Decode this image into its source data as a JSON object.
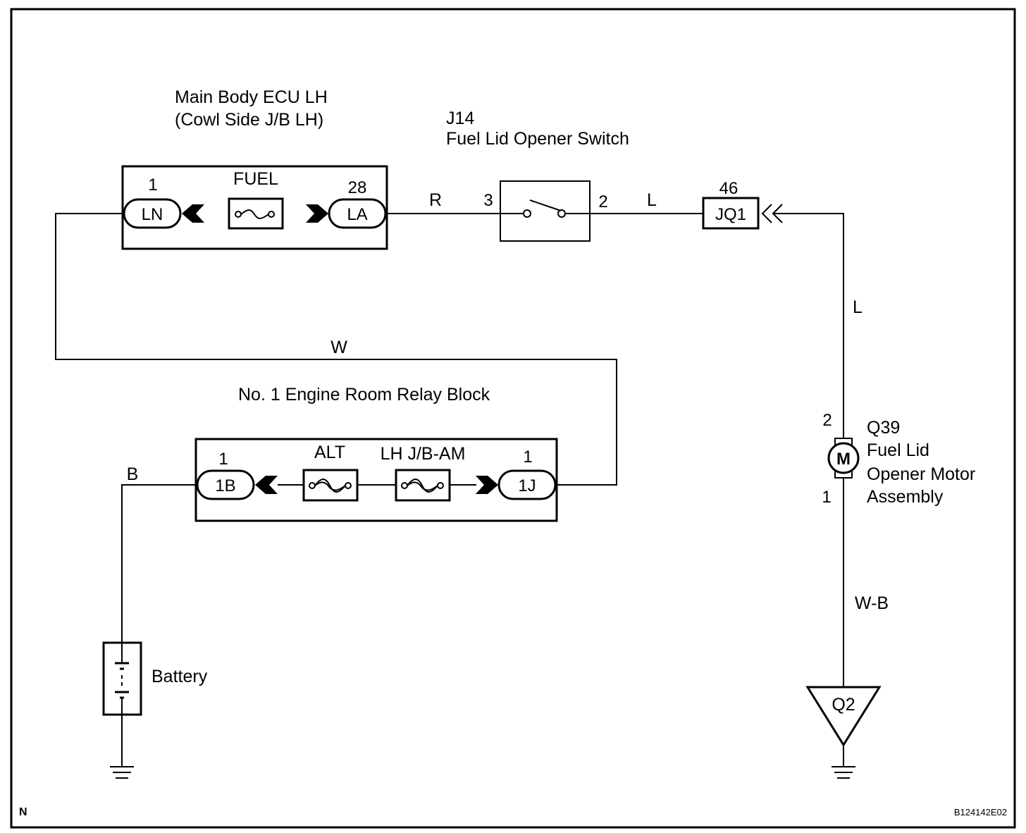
{
  "frame": {
    "corner_label": "N",
    "figure_id": "B124142E02"
  },
  "main_body_ecu": {
    "title_line1": "Main Body ECU LH",
    "title_line2": "(Cowl Side J/B LH)",
    "fuse_label": "FUEL",
    "left_pin": "1",
    "left_terminal": "LN",
    "right_pin": "28",
    "right_terminal": "LA"
  },
  "fuel_lid_switch": {
    "code": "J14",
    "name": "Fuel Lid Opener Switch",
    "pin_in": "3",
    "pin_out": "2"
  },
  "junction_connector": {
    "pin": "46",
    "terminal": "JQ1"
  },
  "relay_block": {
    "title": "No. 1 Engine Room Relay Block",
    "fuse1_label": "ALT",
    "fuse2_label": "LH J/B-AM",
    "left_pin": "1",
    "left_terminal": "1B",
    "right_pin": "1",
    "right_terminal": "1J"
  },
  "motor": {
    "code": "Q39",
    "name_line1": "Fuel Lid",
    "name_line2": "Opener Motor",
    "name_line3": "Assembly",
    "symbol": "M",
    "pin_top": "2",
    "pin_bottom": "1"
  },
  "ground_point": {
    "code": "Q2"
  },
  "battery": {
    "label": "Battery"
  },
  "wire_colors": {
    "ecu_to_switch": "R",
    "switch_to_jq1": "L",
    "jq1_to_motor": "L",
    "ecu_to_relay": "W",
    "battery_to_relay": "B",
    "motor_to_ground": "W-B"
  }
}
